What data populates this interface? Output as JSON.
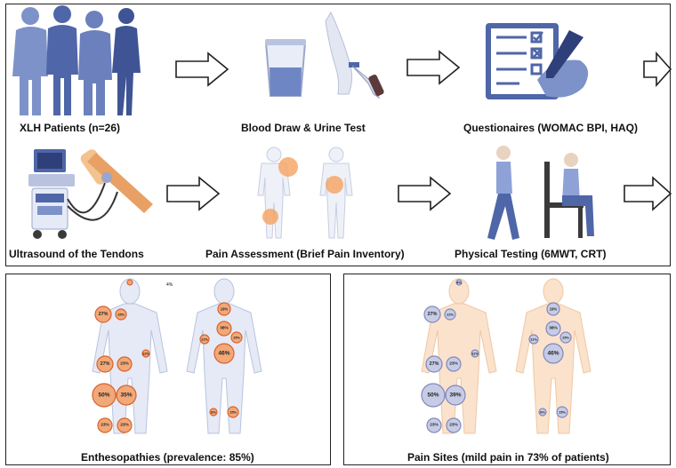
{
  "workflow": {
    "step1": "XLH Patients (n=26)",
    "step2": "Blood Draw & Urine Test",
    "step3": "Questionaires (WOMAC BPI, HAQ)",
    "step4": "Ultrasound of the Tendons",
    "step5": "Pain Assessment  (Brief Pain Inventory)",
    "step6": "Physical Testing (6MWT, CRT)"
  },
  "enthesopathies": {
    "caption": "Enthesopathies (prevalence: 85%)",
    "stray_label": "4%",
    "front": [
      {
        "label": "",
        "x": 0,
        "y": 0
      },
      {
        "label": "27%"
      },
      {
        "label": "15%"
      },
      {
        "label": "12%"
      },
      {
        "label": "27%"
      },
      {
        "label": "23%"
      },
      {
        "label": "50%"
      },
      {
        "label": "35%"
      },
      {
        "label": "23%"
      },
      {
        "label": "23%"
      }
    ],
    "back": [
      {
        "label": "19%"
      },
      {
        "label": "38%"
      },
      {
        "label": "12%"
      },
      {
        "label": "15%"
      },
      {
        "label": "46%"
      },
      {
        "label": "8%"
      },
      {
        "label": "15%"
      }
    ]
  },
  "pain_sites": {
    "caption": "Pain Sites (mild pain in 73% of patients)",
    "front": [
      {
        "label": "4%"
      },
      {
        "label": "27%"
      },
      {
        "label": "12%"
      },
      {
        "label": "11%"
      },
      {
        "label": "27%"
      },
      {
        "label": "23%"
      },
      {
        "label": "50%"
      },
      {
        "label": "39%"
      },
      {
        "label": "23%"
      },
      {
        "label": "23%"
      }
    ],
    "back": [
      {
        "label": "19%"
      },
      {
        "label": "38%"
      },
      {
        "label": "11%"
      },
      {
        "label": "15%"
      },
      {
        "label": "46%"
      },
      {
        "label": "8%"
      },
      {
        "label": "15%"
      }
    ]
  },
  "colors": {
    "orange_fill": "#f2a878",
    "orange_stroke": "#d9622b",
    "blue_fill": "#c6cce6",
    "blue_stroke": "#8088b8",
    "figure_blue": "#4f66a8",
    "body_light": "#e6eaf6",
    "body_peach": "#fbe2cc"
  }
}
